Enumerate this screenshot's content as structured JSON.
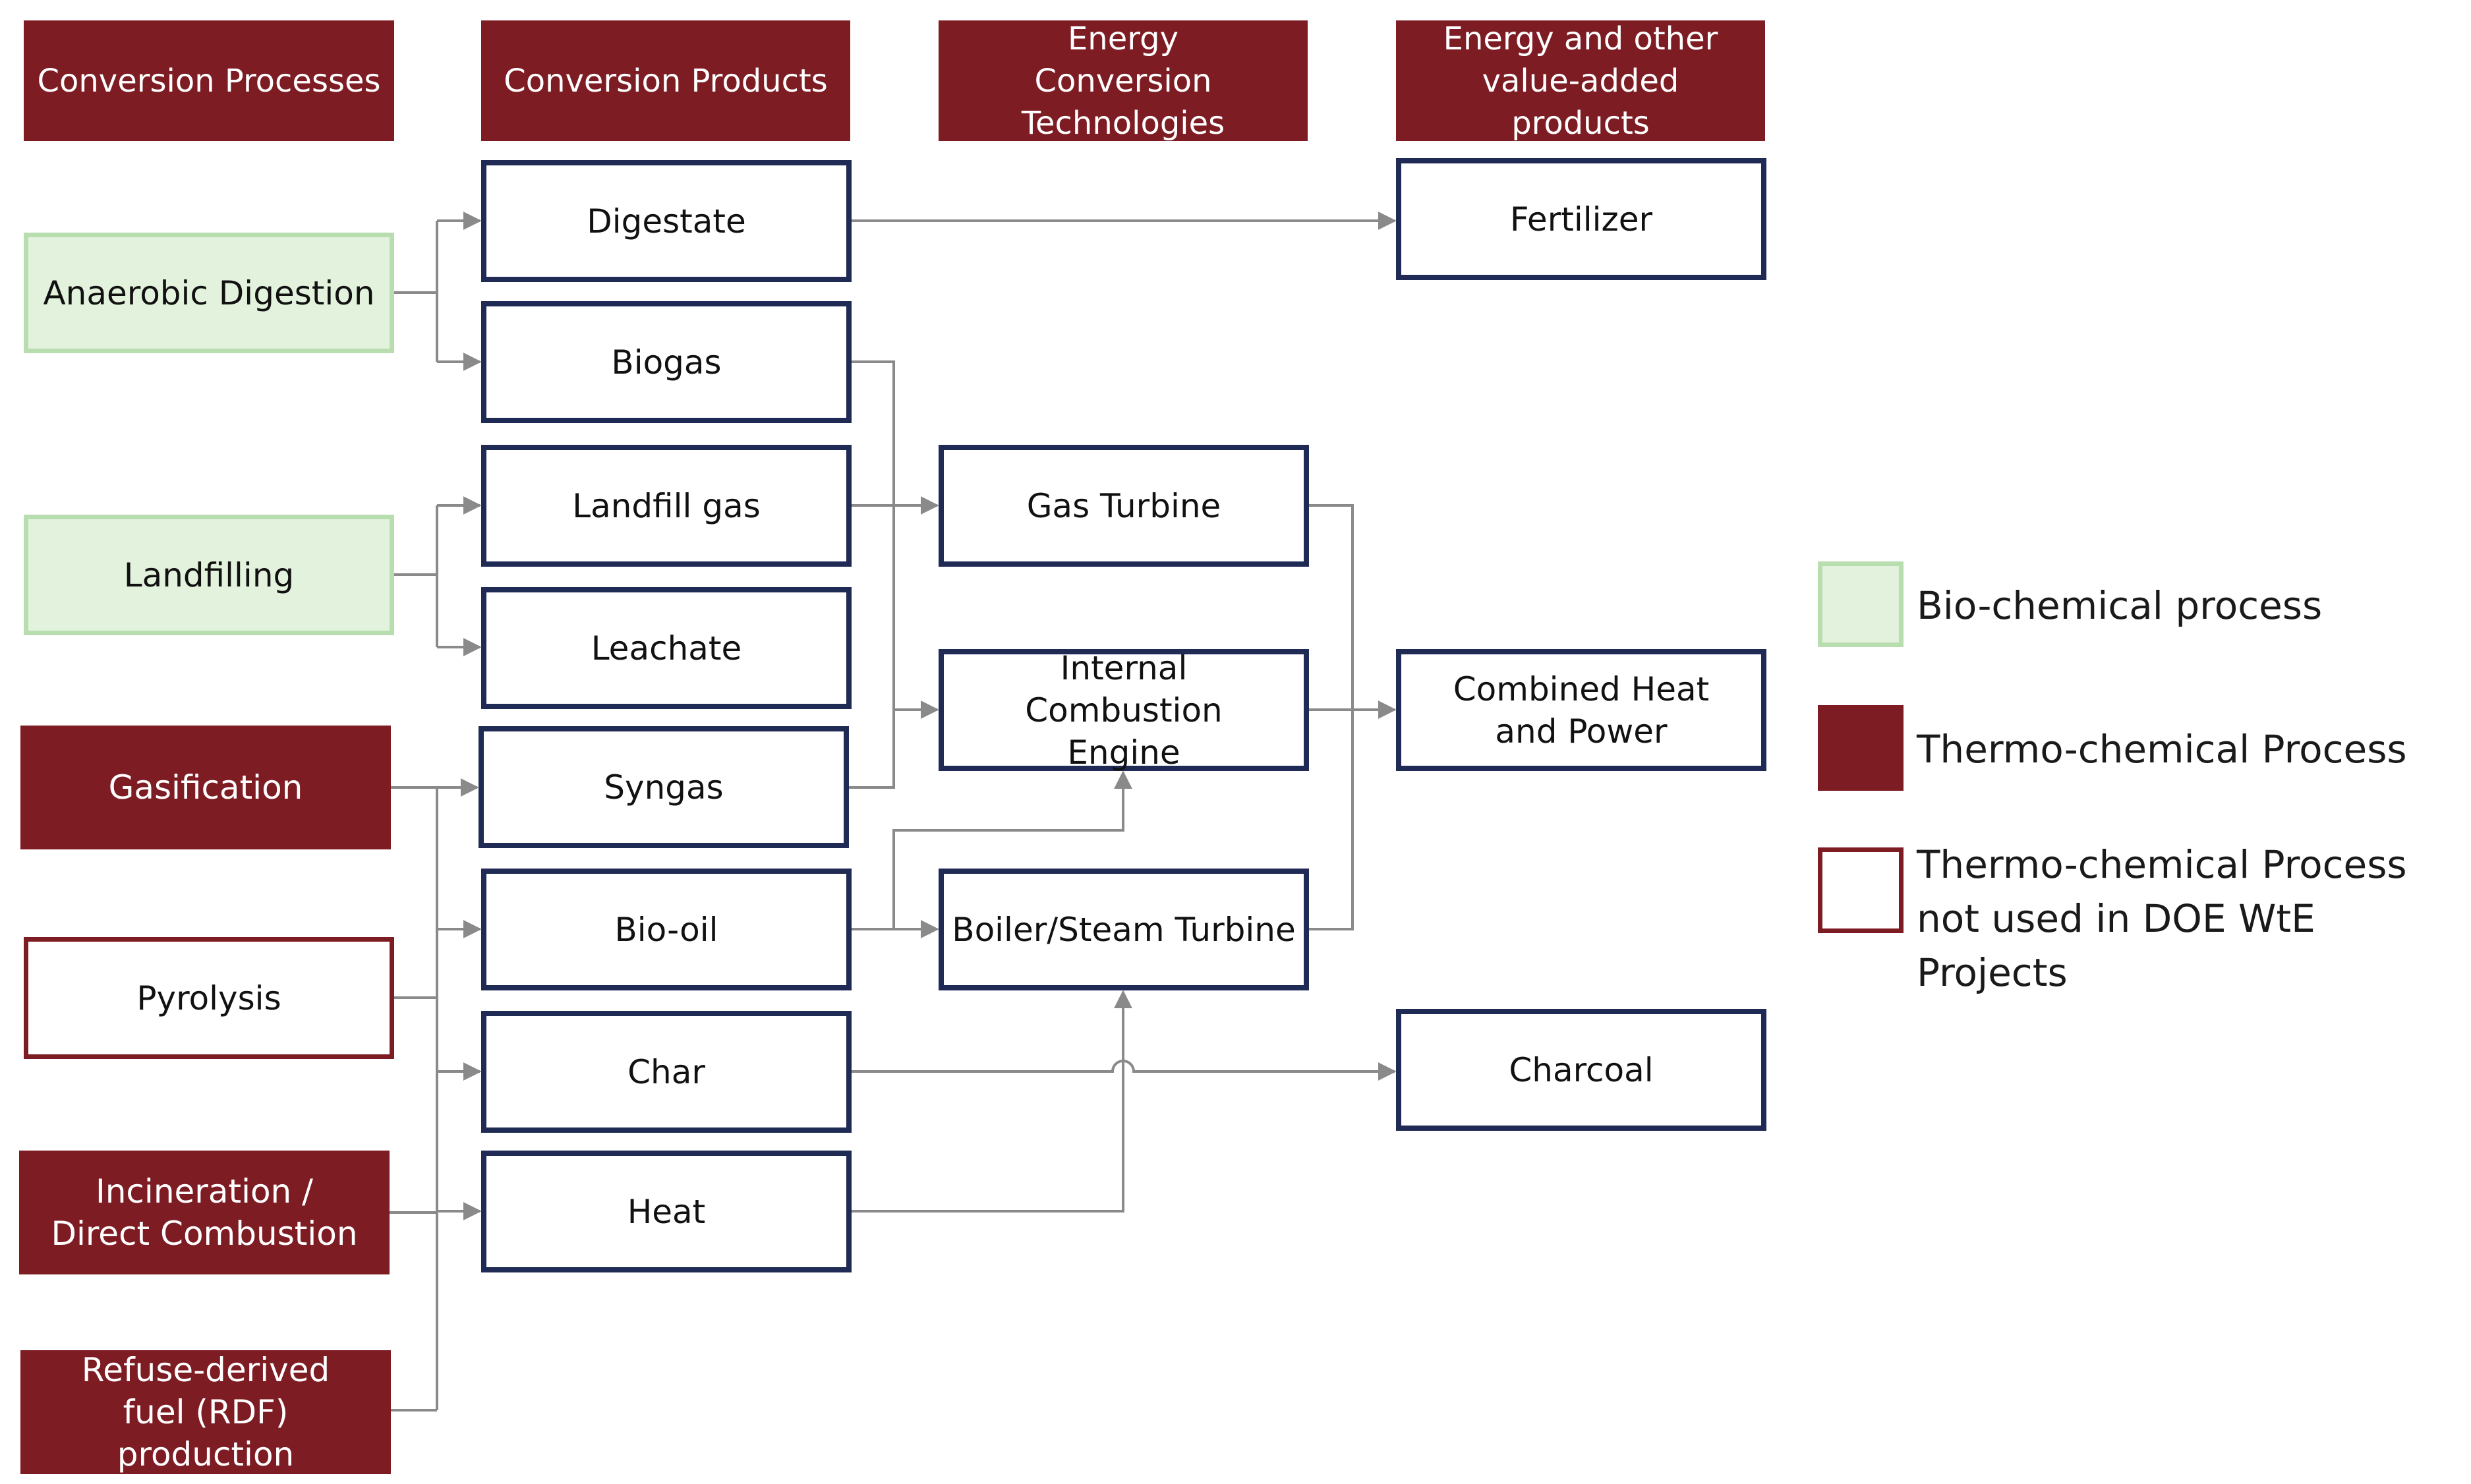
{
  "headers": {
    "processes": "Conversion Processes",
    "products": "Conversion Products",
    "technologies": "Energy Conversion Technologies",
    "outputs": "Energy and other value-added products"
  },
  "processes": {
    "anaerobic_digestion": "Anaerobic Digestion",
    "landfilling": "Landfilling",
    "gasification": "Gasification",
    "pyrolysis": "Pyrolysis",
    "incineration": "Incineration / Direct Combustion",
    "rdf": "Refuse-derived fuel (RDF) production"
  },
  "products": {
    "digestate": "Digestate",
    "biogas": "Biogas",
    "landfill_gas": "Landfill gas",
    "leachate": "Leachate",
    "syngas": "Syngas",
    "bio_oil": "Bio-oil",
    "char": "Char",
    "heat": "Heat"
  },
  "technologies": {
    "gas_turbine": "Gas Turbine",
    "ice": "Internal Combustion Engine",
    "boiler": "Boiler/Steam Turbine"
  },
  "outputs": {
    "fertilizer": "Fertilizer",
    "chp": "Combined Heat and Power",
    "charcoal": "Charcoal"
  },
  "legend": {
    "bio": "Bio-chemical process",
    "thermo": "Thermo-chemical Process",
    "thermo_not_used": "Thermo-chemical Process not used in DOE WtE Projects"
  },
  "colors": {
    "thermo": "#7d1c23",
    "bio_fill": "#e3f2dd",
    "bio_border": "#b8deb0",
    "product_border": "#1f2a55",
    "connector": "#8a8a8a"
  }
}
